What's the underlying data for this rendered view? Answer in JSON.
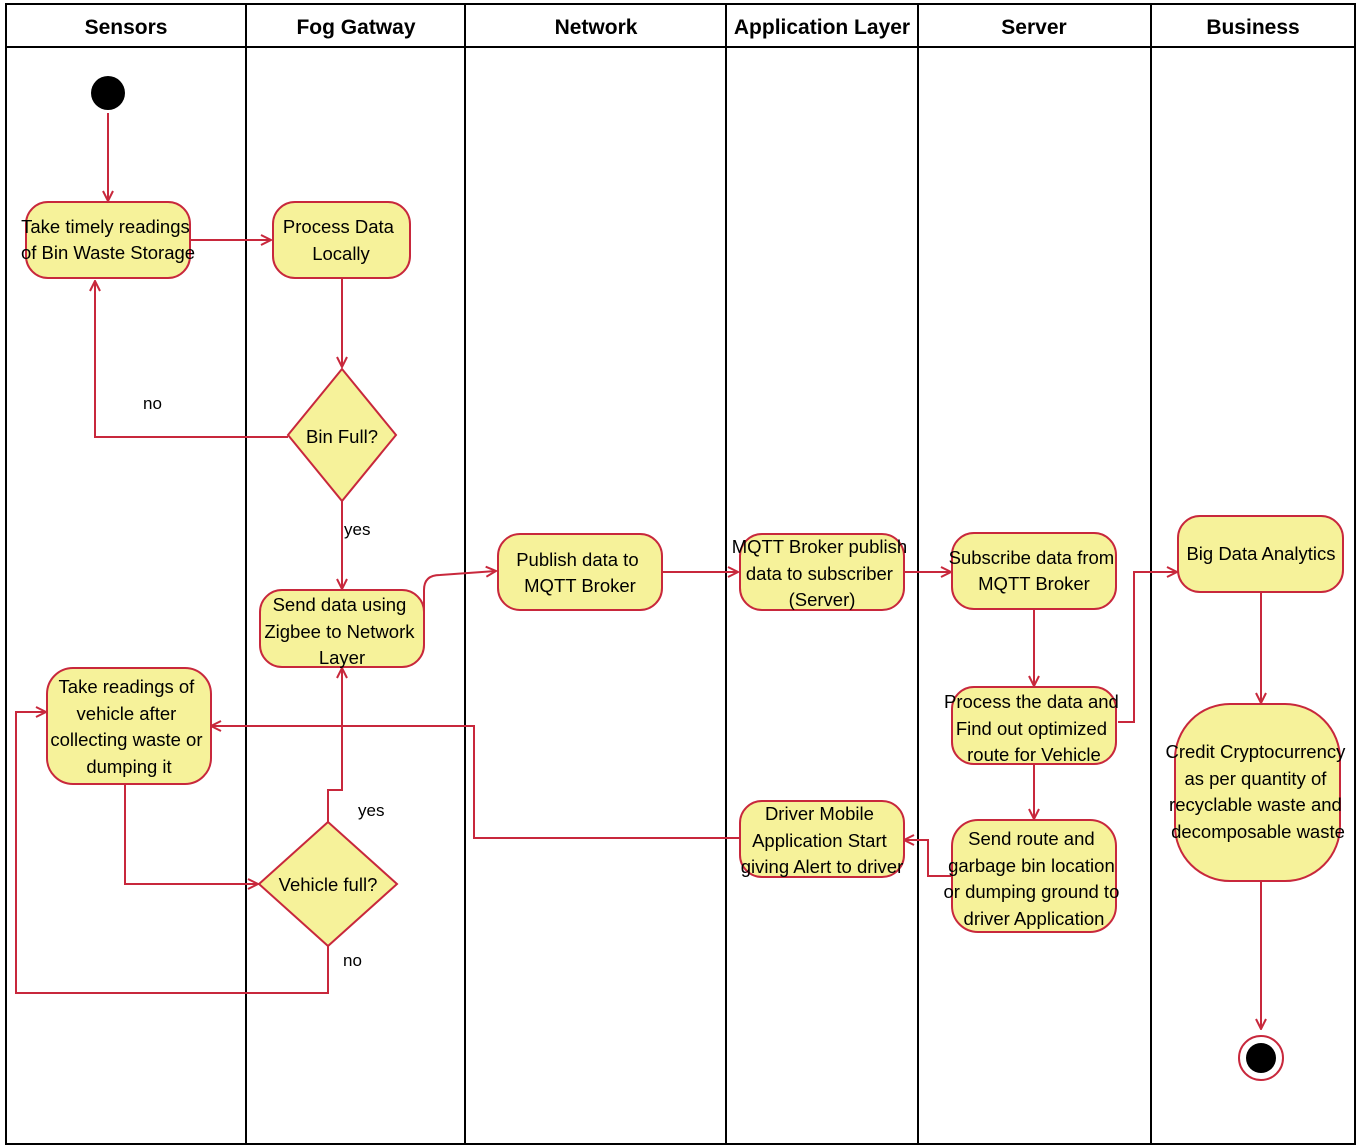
{
  "lanes": [
    "Sensors",
    "Fog Gatway",
    "Network",
    "Application Layer",
    "Server",
    "Business"
  ],
  "actions": {
    "take_readings_bin": [
      "Take timely readings",
      "of Bin Waste Storage"
    ],
    "process_locally": [
      "Process Data",
      "Locally"
    ],
    "send_zigbee": [
      "Send data using",
      "Zigbee to Network",
      "Layer"
    ],
    "vehicle_readings": [
      "Take readings of",
      "vehicle after",
      "collecting waste or",
      "dumping it"
    ],
    "publish_mqtt": [
      "Publish data to",
      "MQTT Broker"
    ],
    "broker_publish": [
      "MQTT Broker publish",
      "data to subscriber",
      "(Server)"
    ],
    "driver_alert": [
      "Driver Mobile",
      "Application Start",
      "giving Alert to driver"
    ],
    "subscribe_data": [
      "Subscribe data from",
      "MQTT Broker"
    ],
    "optimize_route": [
      "Process the data and",
      "Find out optimized",
      "route for Vehicle"
    ],
    "send_route": [
      "Send route and",
      "garbage bin location",
      "or dumping ground to",
      "driver Application"
    ],
    "big_data": [
      "Big Data Analytics"
    ],
    "credit_crypto": [
      "Credit Cryptocurrency",
      "as per quantity of",
      "recyclable waste and",
      "decomposable waste"
    ]
  },
  "decisions": {
    "bin_full": "Bin Full?",
    "vehicle_full": "Vehicle full?"
  },
  "guards": {
    "bin_no": "no",
    "bin_yes": "yes",
    "vehicle_yes": "yes",
    "vehicle_no": "no"
  },
  "colors": {
    "node_fill": "#f6f29a",
    "flow_stroke": "#c8283c",
    "lane_stroke": "#000000"
  }
}
